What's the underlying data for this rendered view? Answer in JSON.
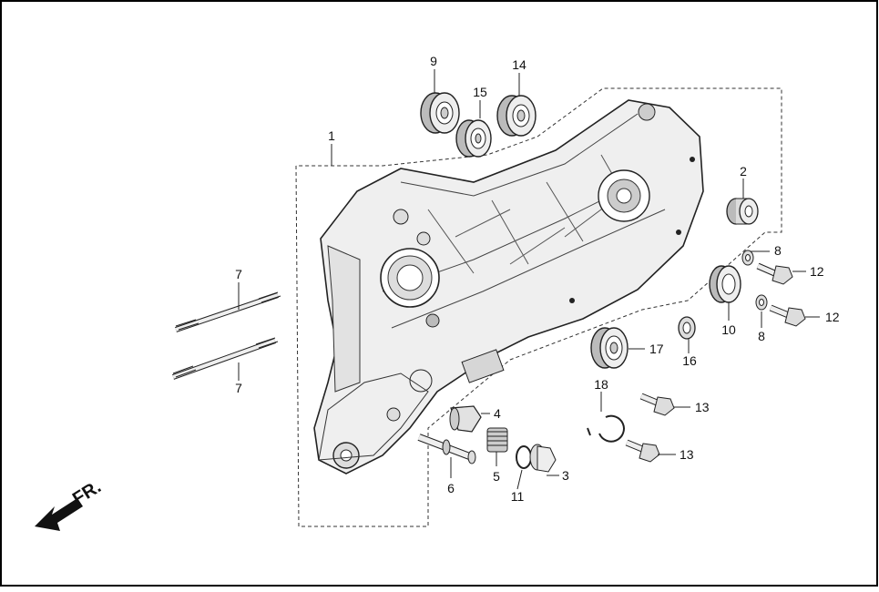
{
  "diagram": {
    "front_label": "FR.",
    "callouts": {
      "c1": "1",
      "c2": "2",
      "c3": "3",
      "c4": "4",
      "c5": "5",
      "c6": "6",
      "c7a": "7",
      "c7b": "7",
      "c8a": "8",
      "c8b": "8",
      "c9": "9",
      "c10": "10",
      "c11": "11",
      "c12a": "12",
      "c12b": "12",
      "c13a": "13",
      "c13b": "13",
      "c14": "14",
      "c15": "15",
      "c16": "16",
      "c17": "17",
      "c18": "18"
    },
    "colors": {
      "line": "#222222",
      "fill": "#e8e8e8",
      "shade": "#b9b9b9",
      "frame": "#000000"
    }
  }
}
